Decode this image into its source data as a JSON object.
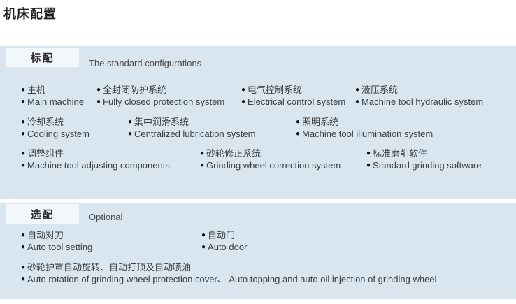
{
  "page_title": "机床配置",
  "icons": {
    "bullet": "●"
  },
  "colors": {
    "panel_bg": "#d9e6f0",
    "label_box_bg": "#f2f7fb",
    "text": "#3d3d3d",
    "title_text": "#1f1f1f"
  },
  "standard": {
    "label": "标配",
    "subtitle": "The standard configurations",
    "items": [
      {
        "zh": "主机",
        "en": "Main machine"
      },
      {
        "zh": "全封闭防护系统",
        "en": "Fully closed protection system"
      },
      {
        "zh": "电气控制系统",
        "en": "Electrical control system"
      },
      {
        "zh": "液压系统",
        "en": "Machine tool hydraulic system"
      },
      {
        "zh": "冷却系统",
        "en": "Cooling system"
      },
      {
        "zh": "集中润滑系统",
        "en": "Centralized lubrication system"
      },
      {
        "zh": "照明系统",
        "en": "Machine tool illumination system"
      },
      {
        "zh": "调整组件",
        "en": "Machine tool adjusting components"
      },
      {
        "zh": "砂轮修正系统",
        "en": "Grinding wheel correction system"
      },
      {
        "zh": "标准磨削软件",
        "en": "Standard grinding software"
      }
    ]
  },
  "optional": {
    "label": "选配",
    "subtitle": "Optional",
    "items": [
      {
        "zh": "自动对刀",
        "en": "Auto tool setting"
      },
      {
        "zh": "自动门",
        "en": "Auto door"
      },
      {
        "zh": "砂轮护罩自动旋转、自动打顶及自动喷油",
        "en": "Auto rotation of grinding wheel protection cover、 Auto topping and auto oil injection of grinding wheel"
      }
    ]
  }
}
